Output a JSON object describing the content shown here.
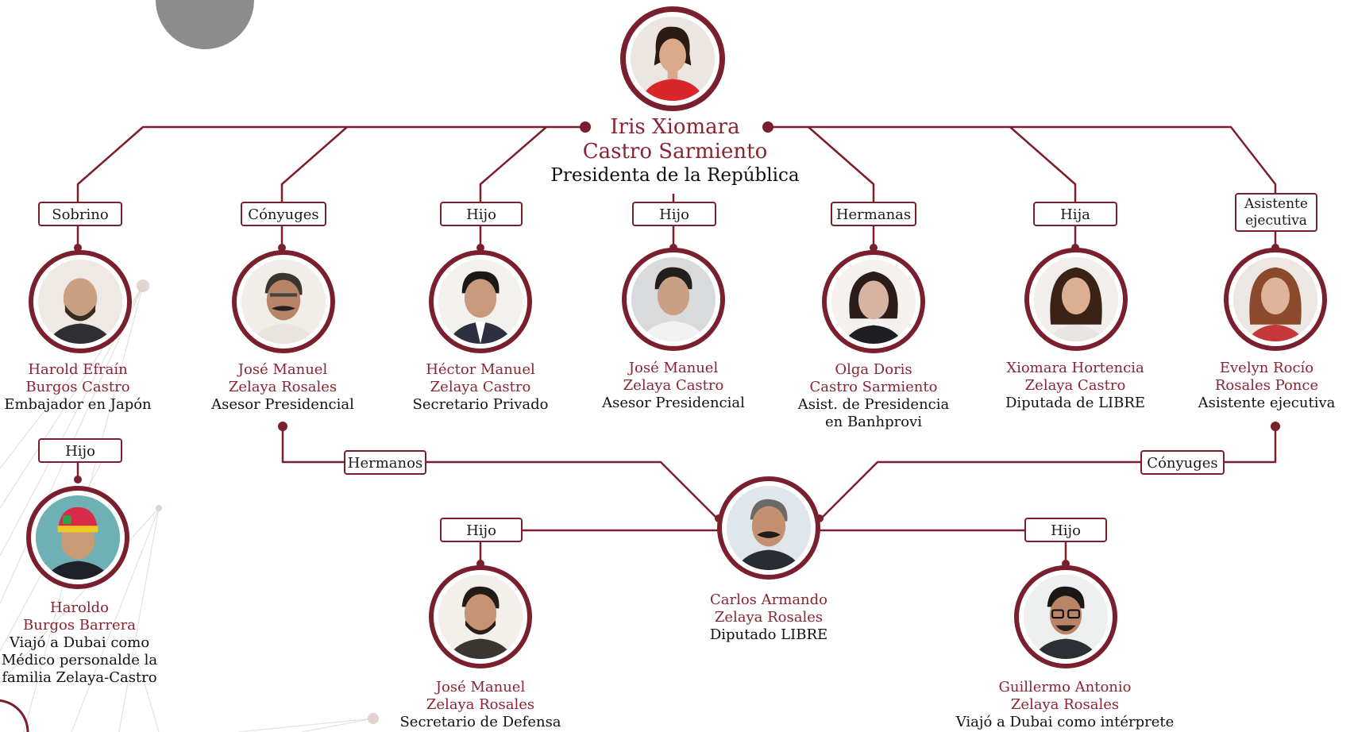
{
  "colors": {
    "accent": "#7a1f2d",
    "name_text": "#8a2434",
    "role_text": "#111111",
    "background": "#ffffff"
  },
  "main": {
    "name_line1": "Iris Xiomara",
    "name_line2": "Castro Sarmiento",
    "role": "Presidenta de la República"
  },
  "labels": {
    "sobrino": "Sobrino",
    "conyuges_top": "Cónyuges",
    "hijo_hector": "Hijo",
    "hijo_jose_top": "Hijo",
    "hermanas": "Hermanas",
    "hija": "Hija",
    "asistente_line1": "Asistente",
    "asistente_line2": "ejecutiva",
    "hijo_harold": "Hijo",
    "hermanos": "Hermanos",
    "conyuges_bottom": "Cónyuges",
    "hijo_carlos_left": "Hijo",
    "hijo_carlos_right": "Hijo"
  },
  "people": {
    "harold_efrain": {
      "name1": "Harold Efraín",
      "name2": "Burgos Castro",
      "role1": "Embajador en Japón"
    },
    "jose_manuel_asesor1": {
      "name1": "José Manuel",
      "name2": "Zelaya Rosales",
      "role1": "Asesor Presidencial"
    },
    "hector_manuel": {
      "name1": "Héctor Manuel",
      "name2": "Zelaya Castro",
      "role1": "Secretario Privado"
    },
    "jose_manuel_asesor2": {
      "name1": "José Manuel",
      "name2": "Zelaya Castro",
      "role1": "Asesor Presidencial"
    },
    "olga_doris": {
      "name1": "Olga Doris",
      "name2": "Castro Sarmiento",
      "role1": "Asist. de Presidencia",
      "role2": "en Banhprovi"
    },
    "xiomara_hortencia": {
      "name1": "Xiomara Hortencia",
      "name2": "Zelaya Castro",
      "role1": "Diputada de LIBRE"
    },
    "evelyn_rocio": {
      "name1": "Evelyn Rocío",
      "name2": "Rosales Ponce",
      "role1": "Asistente ejecutiva"
    },
    "haroldo": {
      "name1": "Haroldo",
      "name2": "Burgos Barrera",
      "role1": "Viajó a Dubai como",
      "role2": "Médico personalde la",
      "role3": "familia Zelaya-Castro"
    },
    "carlos_armando": {
      "name1": "Carlos Armando",
      "name2": "Zelaya Rosales",
      "role1": "Diputado LIBRE"
    },
    "jose_manuel_defensa": {
      "name1": "José Manuel",
      "name2": "Zelaya Rosales",
      "role1": "Secretario de Defensa"
    },
    "guillermo_antonio": {
      "name1": "Guillermo Antonio",
      "name2": "Zelaya Rosales",
      "role1": "Viajó a Dubai como intérprete"
    }
  }
}
